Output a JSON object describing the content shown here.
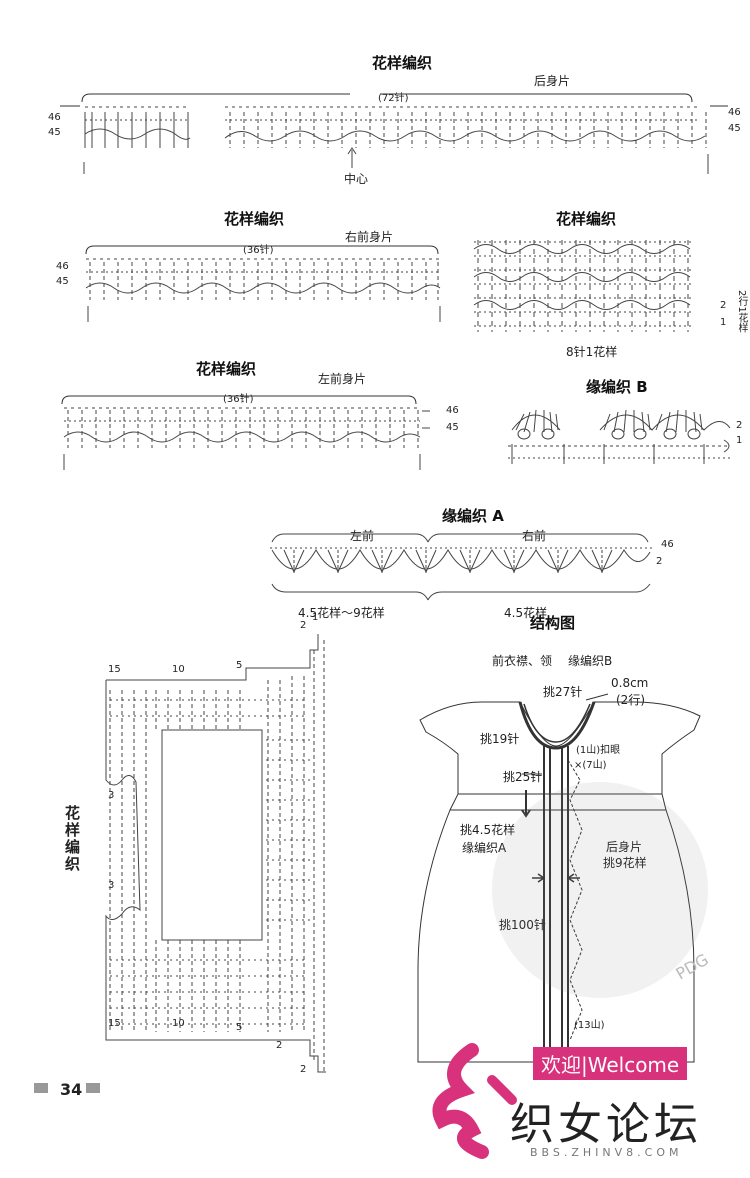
{
  "back_chart": {
    "title": "花样编织",
    "subtitle": "后身片",
    "stitch_count": "(72针)",
    "row_top": "46",
    "row_bottom": "45",
    "center": "中心"
  },
  "right_front_chart": {
    "title": "花样编织",
    "subtitle": "右前身片",
    "stitch_count": "(36针)",
    "row_top": "46",
    "row_bottom": "45"
  },
  "pattern_repeat_chart": {
    "title": "花样编织",
    "row_2": "2",
    "row_1": "1",
    "repeat_label": "8针1花样",
    "side_note": "2行1花样"
  },
  "left_front_chart": {
    "title": "花样编织",
    "subtitle": "左前身片",
    "stitch_count": "(36针)",
    "row_top": "46",
    "row_bottom": "45"
  },
  "edging_b": {
    "title": "缘编织 B",
    "row_2": "2",
    "row_1": "1"
  },
  "edging_a": {
    "title": "缘编织 A",
    "left_front": "左前",
    "right_front": "右前",
    "row_top": "46",
    "row_2": "2",
    "left_count": "4.5花样～9花样",
    "right_count": "4.5花样"
  },
  "sleeve_chart": {
    "title": "花样编织",
    "rows_left": [
      "15",
      "3",
      "3",
      "15",
      "10",
      "5",
      "2",
      "2"
    ],
    "rows_top": [
      "15",
      "10",
      "5",
      "2",
      "1"
    ]
  },
  "structure": {
    "title": "结构图",
    "note_front": "前衣襟、领",
    "note_edging": "缘编织B",
    "pick_27": "挑27针",
    "size_08": "0.8cm",
    "rows_2": "(2行)",
    "pick_19": "挑19针",
    "buttonhole_1": "(1山)扣眼",
    "buttonhole_7": "×(7山)",
    "pick_25": "挑25针",
    "pick_45": "挑4.5花样",
    "edging_a": "缘编织A",
    "back_piece": "后身片",
    "pick_9": "挑9花样",
    "pick_100": "挑100针",
    "rows_13": "(13山)"
  },
  "watermark": {
    "welcome": "欢迎|Welcome",
    "forum": "织女论坛",
    "site": "BBS.ZHINV8.COM",
    "stamp": "PDG"
  },
  "page_number": "34"
}
